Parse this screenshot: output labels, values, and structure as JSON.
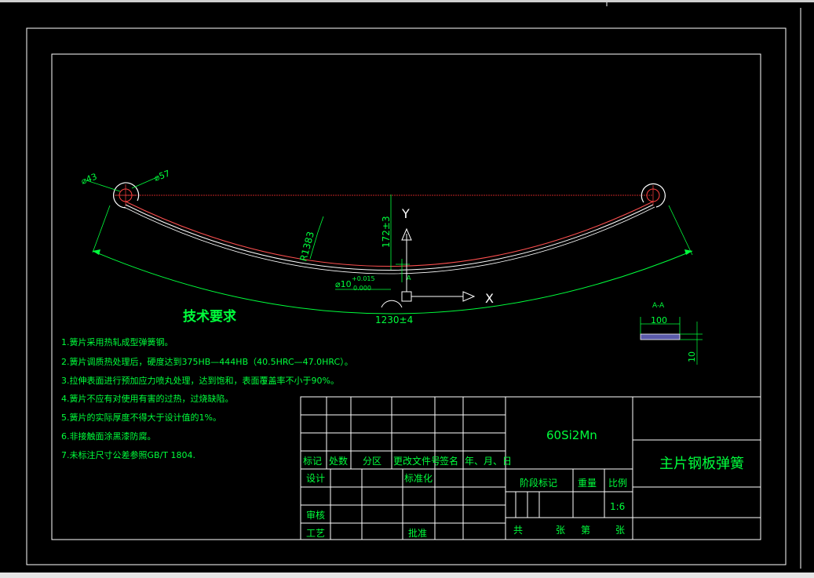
{
  "drawing": {
    "main_title": "主片钢板弹簧",
    "material": "60Si2Mn",
    "tech_heading": "技术要求",
    "requirements": [
      "1.簧片采用热轧成型弹簧钢。",
      "2.簧片调质热处理后，硬度达到375HB—444HB（40.5HRC—47.0HRC）。",
      "3.拉伸表面进行预加应力喷丸处理，达到饱和，表面覆盖率不小于90%。",
      "4.簧片不应有对使用有害的过热，过烧缺陷。",
      "5.簧片的实际厚度不得大于设计值的1%。",
      "6.非接触面涂黑漆防腐。",
      "7.未标注尺寸公差参照GB/T 1804."
    ],
    "dimensions": {
      "eye_inner": "⌀43",
      "eye_outer": "⌀57",
      "radius": "R1383",
      "camber": "172±3",
      "length": "1230±4",
      "bolt": "⌀10",
      "bolt_tol_upper": "+0.015",
      "bolt_tol_lower": "0.000",
      "section_label": "A-A",
      "section_width": "100",
      "section_thickness": "10",
      "section_marker": "A"
    },
    "axes": {
      "x": "X",
      "y": "Y"
    }
  },
  "title_block": {
    "revision_headers": [
      "标记",
      "处数",
      "分区",
      "更改文件号",
      "签名",
      "年、月、日"
    ],
    "design": "设计",
    "standardization": "标准化",
    "review": "审核",
    "process": "工艺",
    "approve": "批准",
    "stage_mark": "阶段标记",
    "weight": "重量",
    "scale": "比例",
    "scale_value": "1:6",
    "sheets_total": "共",
    "sheets_unit": "张",
    "sheet_no": "第",
    "sheet_unit2": "张"
  }
}
